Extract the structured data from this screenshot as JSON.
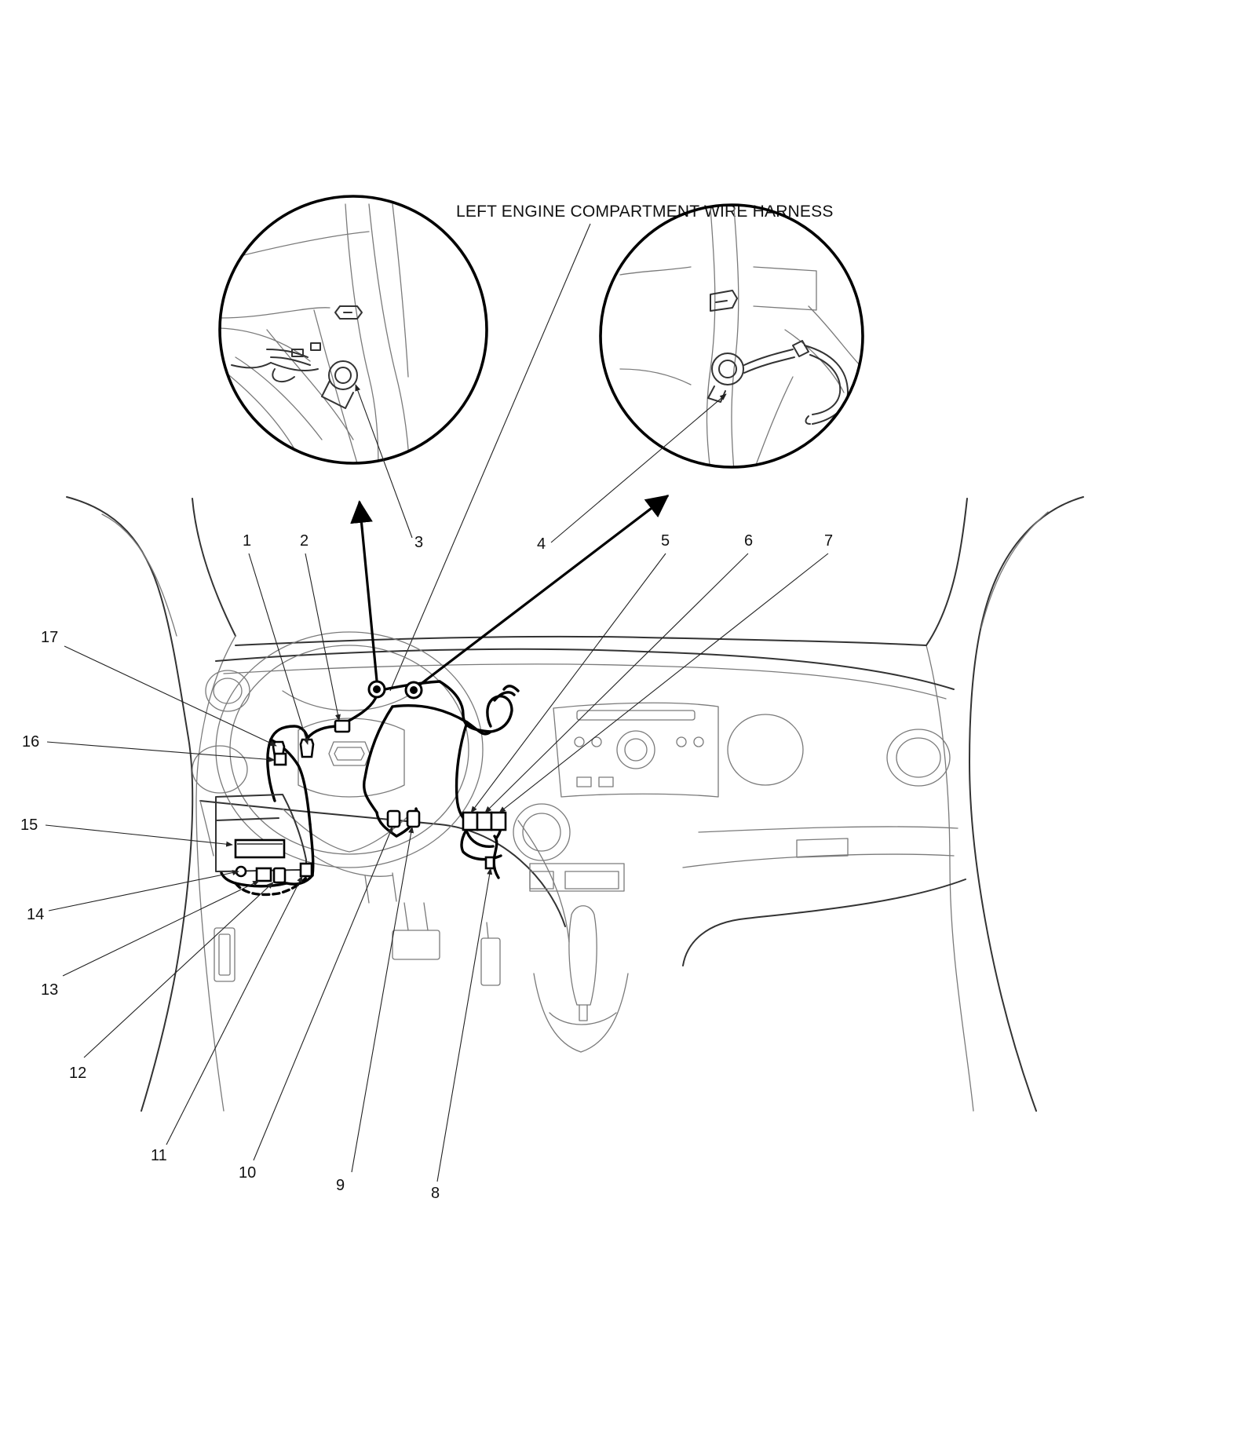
{
  "diagram": {
    "title": "LEFT ENGINE COMPARTMENT WIRE HARNESS",
    "callouts": [
      "1",
      "2",
      "3",
      "4",
      "5",
      "6",
      "7",
      "8",
      "9",
      "10",
      "11",
      "12",
      "13",
      "14",
      "15",
      "16",
      "17"
    ]
  }
}
